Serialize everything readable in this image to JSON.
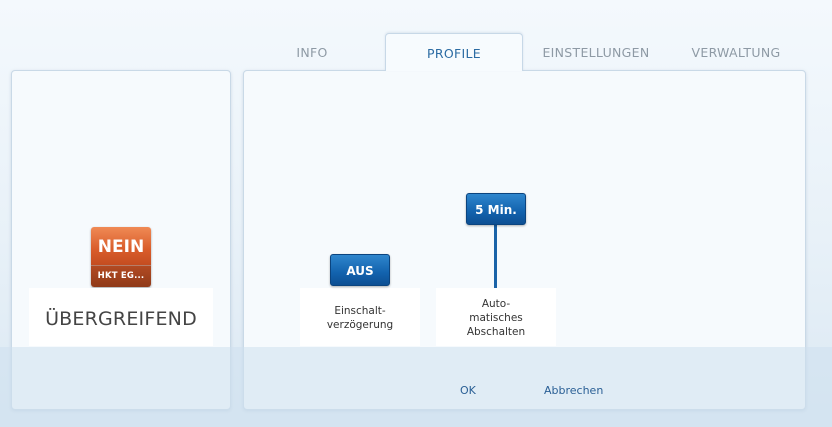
{
  "tabs": [
    {
      "label": "INFO",
      "active": false
    },
    {
      "label": "PROFILE",
      "active": true
    },
    {
      "label": "EINSTELLUNGEN",
      "active": false
    },
    {
      "label": "VERWALTUNG",
      "active": false
    }
  ],
  "device": {
    "status": "NEIN",
    "name": "HKT EG...",
    "status_color": "#d95c2a"
  },
  "group": {
    "label": "ÜBERGREIFEND"
  },
  "parameters": [
    {
      "value": "AUS",
      "label": "Einschalt-\nverzögerung"
    },
    {
      "value": "5 Min.",
      "label": "Auto-\nmatisches\nAbschalten"
    }
  ],
  "actions": {
    "ok": "OK",
    "cancel": "Abbrechen"
  },
  "colors": {
    "accent": "#1262ad",
    "tab_active_text": "#2b6ba3"
  }
}
